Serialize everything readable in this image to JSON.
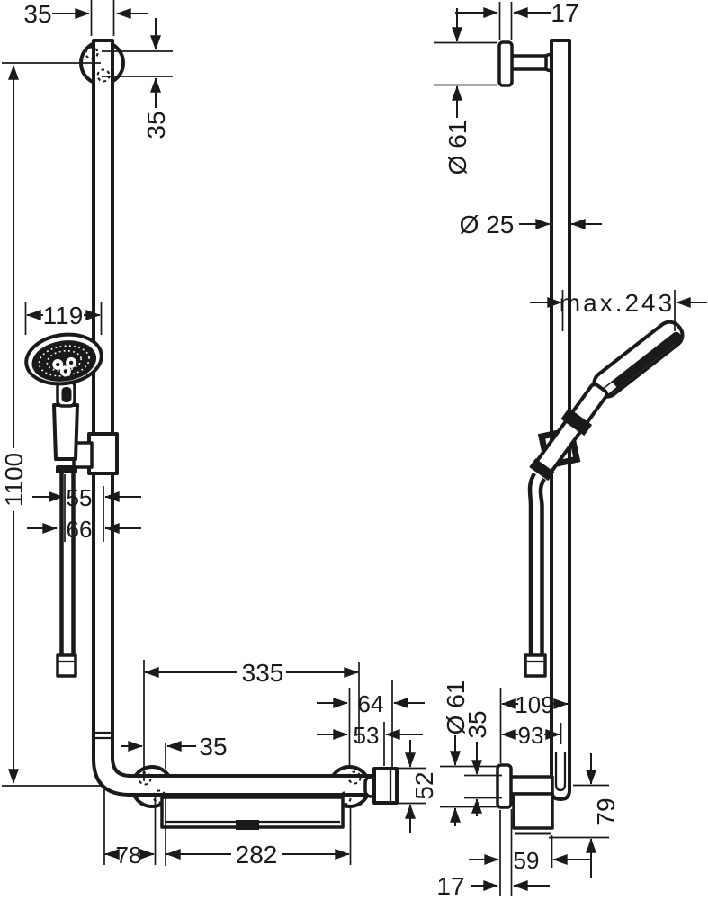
{
  "dims": {
    "front": {
      "rail_top_offset": "35",
      "mount_screw_spacing": "35",
      "total_height": "1100",
      "handshower_width": "119",
      "hose_to_rail": "55",
      "hose_to_rail_outer": "66",
      "bar_length": "335",
      "bar_mount_offset": "35",
      "mount_to_end": "64",
      "mount_to_holder": "53",
      "holder_height": "52",
      "rail_to_mount": "78",
      "shelf_length": "282"
    },
    "side": {
      "top_plate_depth": "17",
      "top_escutcheon": "Ø 61",
      "rail_diameter": "Ø 25",
      "handshower_reach": "max.243",
      "wall_to_rail": "109",
      "wall_to_hose": "93",
      "bottom_escutcheon": "Ø 61",
      "screw_offset": "35",
      "hook_drop": "79",
      "body_depth": "59",
      "bottom_plate_depth": "17"
    }
  }
}
